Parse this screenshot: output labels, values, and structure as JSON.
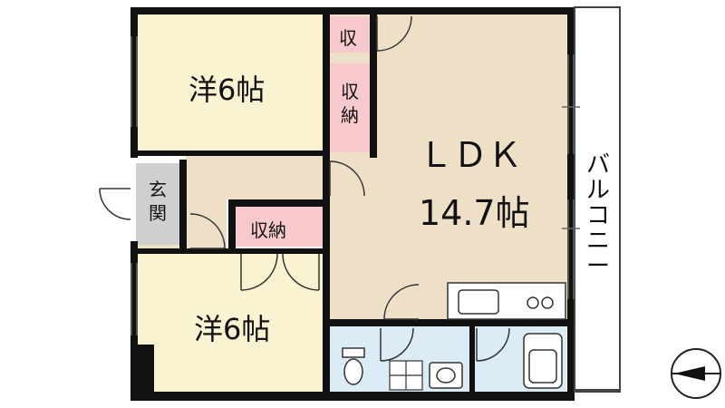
{
  "rooms": {
    "western_top": {
      "label": "洋6帖"
    },
    "western_bottom": {
      "label": "洋6帖"
    },
    "ldk": {
      "label": "ＬＤＫ",
      "area": "14.7帖"
    },
    "storage_small": {
      "label": "収"
    },
    "storage_closet_upper": {
      "label": "収納"
    },
    "storage_closet_lower": {
      "label": "収納"
    },
    "entrance": {
      "label": "玄関"
    }
  },
  "balcony": {
    "label": "バルコニー"
  },
  "colors": {
    "western_room": "#faf3d2",
    "ldk_floor": "#eedfc7",
    "storage": "#f7c9cd",
    "entrance": "#cfcfcf",
    "wet_area": "#dcecf7",
    "wall": "#111111"
  },
  "compass": {
    "icon": "north-arrow-icon"
  }
}
